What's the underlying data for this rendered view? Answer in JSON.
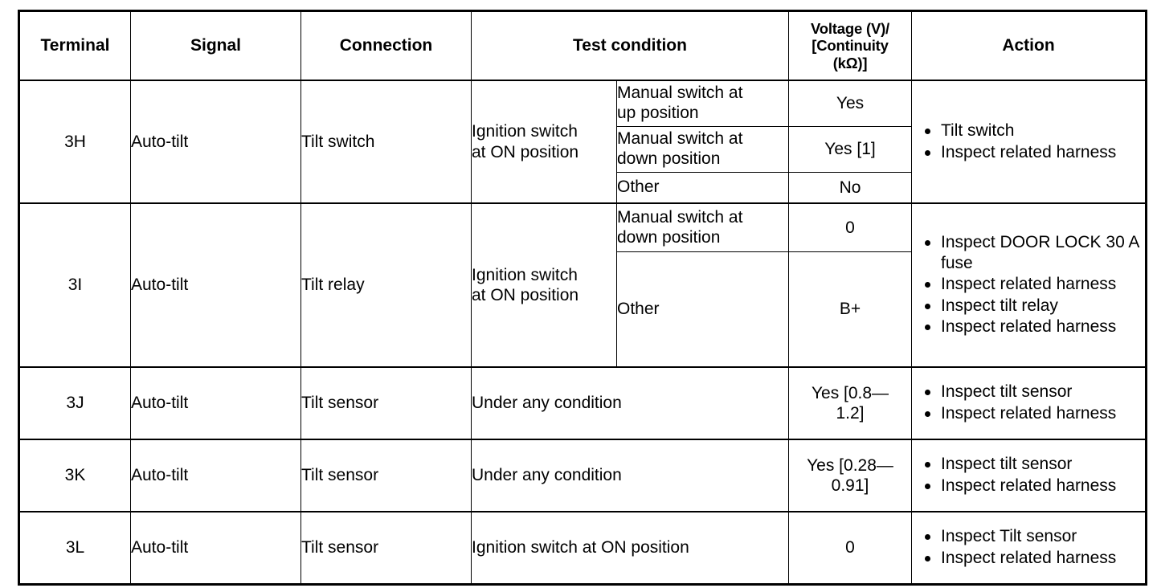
{
  "table": {
    "columns": [
      {
        "key": "terminal",
        "label": "Terminal"
      },
      {
        "key": "signal",
        "label": "Signal"
      },
      {
        "key": "connection",
        "label": "Connection"
      },
      {
        "key": "condition",
        "label": "Test condition"
      },
      {
        "key": "voltage",
        "label_line1": "Voltage (V)/",
        "label_line2": "[Continuity",
        "label_line3": "(kΩ)]"
      },
      {
        "key": "action",
        "label": "Action"
      }
    ],
    "rows": [
      {
        "terminal": "3H",
        "signal": "Auto-tilt",
        "connection": "Tilt switch",
        "condition_line1": "Ignition switch",
        "condition_line2": "at ON position",
        "subconditions": [
          {
            "text_line1": "Manual switch at",
            "text_line2": "up position",
            "voltage": "Yes"
          },
          {
            "text_line1": "Manual switch at",
            "text_line2": "down position",
            "voltage": "Yes [1]"
          },
          {
            "text_line1": "Other",
            "text_line2": "",
            "voltage": "No"
          }
        ],
        "actions": [
          "Tilt switch",
          "Inspect related harness"
        ]
      },
      {
        "terminal": "3I",
        "signal": "Auto-tilt",
        "connection": "Tilt relay",
        "condition_line1": "Ignition switch",
        "condition_line2": "at ON position",
        "subconditions": [
          {
            "text_line1": "Manual switch at",
            "text_line2": "down position",
            "voltage": "0"
          },
          {
            "text_line1": "Other",
            "text_line2": "",
            "voltage": "B+"
          }
        ],
        "actions": [
          "Inspect DOOR LOCK 30 A fuse",
          "Inspect related harness",
          "Inspect tilt relay",
          "Inspect related harness"
        ]
      },
      {
        "terminal": "3J",
        "signal": "Auto-tilt",
        "connection": "Tilt sensor",
        "condition_full": "Under any condition",
        "voltage_line1": "Yes [0.8—",
        "voltage_line2": "1.2]",
        "actions": [
          "Inspect tilt sensor",
          "Inspect related harness"
        ]
      },
      {
        "terminal": "3K",
        "signal": "Auto-tilt",
        "connection": "Tilt sensor",
        "condition_full": "Under any condition",
        "voltage_line1": "Yes [0.28—",
        "voltage_line2": "0.91]",
        "actions": [
          "Inspect tilt sensor",
          "Inspect related harness"
        ]
      },
      {
        "terminal": "3L",
        "signal": "Auto-tilt",
        "connection": "Tilt sensor",
        "condition_full": "Ignition switch at ON position",
        "voltage_line1": "0",
        "voltage_line2": "",
        "actions": [
          "Inspect Tilt sensor",
          "Inspect related harness"
        ]
      }
    ]
  }
}
